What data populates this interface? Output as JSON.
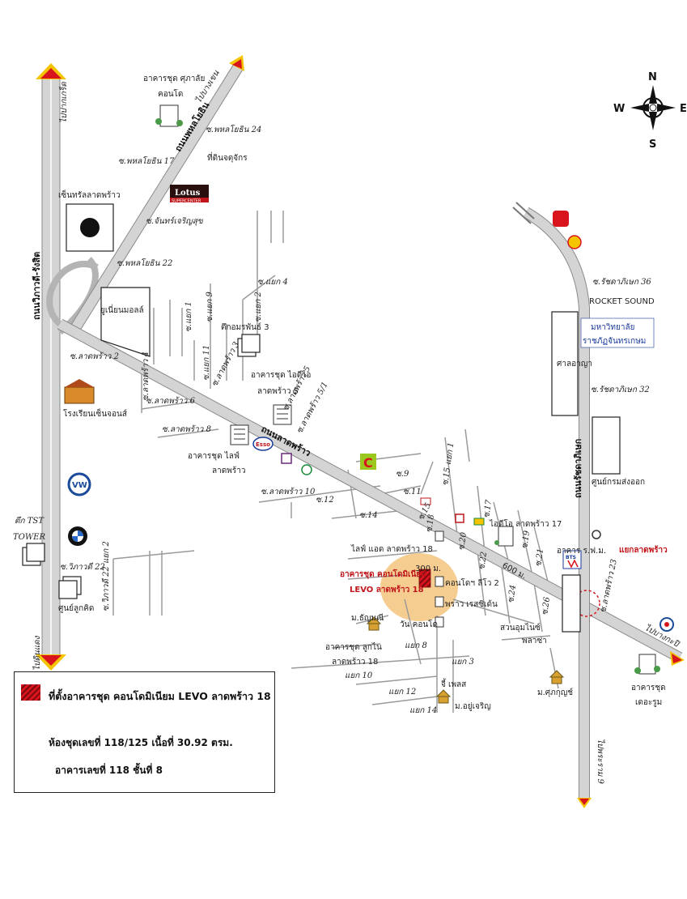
{
  "compass": {
    "n": "N",
    "s": "S",
    "e": "E",
    "w": "W"
  },
  "roads": {
    "vibhavadi": "ถนนวิภาวดี-รังสิต",
    "phahonyothin": "ถนนพหลโยธิน",
    "ladphrao": "ถนนลาดพร้าว",
    "ratchada": "ถนนรัชดาภิเษก"
  },
  "directions": {
    "bangkhen_top": "ไปบางเขน",
    "pakkret": "ไปปากเกร็ด",
    "dindaeng": "ไปดินแดง",
    "bangkapi": "ไปบางกะปิ",
    "rama9": "ไปพระราม 9"
  },
  "sois": {
    "phahon24": "ซ.พหลโยธิน 24",
    "phahon17": "ซ.พหลโยธิน 17",
    "janjaroensuk": "ซ.จันทร์เจริญสุข",
    "phahon22": "ซ.พหลโยธิน 22",
    "yaek4": "ซ.แยก 4",
    "lp2": "ซ.ลาดพร้าว 2",
    "lp4": "ซ.ลาดพร้าว 4",
    "lp6": "ซ.ลาดพร้าว 6",
    "lp8": "ซ.ลาดพร้าว 8",
    "lp5": "ซ.ลาดพร้าว 5",
    "lp3": "ซ.ลาดพร้าว 3",
    "lp5_1": "ซ.ลาดพร้าว 5/1",
    "lp10": "ซ.ลาดพร้าว 10",
    "lp12": "ซ.12",
    "lp14": "ซ.14",
    "lp9": "ซ.9",
    "lp11": "ซ.11",
    "lp15": "ซ.15",
    "lp15_1": "ซ.15 แยก 1",
    "lp17": "ซ.17",
    "lp18": "ซ.18",
    "lp19": "ซ.19",
    "lp20": "ซ.20",
    "lp21": "ซ.21",
    "lp22": "ซ.22",
    "lp23": "ซ.ลาดพร้าว 23",
    "lp24": "ซ.24",
    "lp26": "ซ.26",
    "ratchada36": "ซ.รัชดาภิเษก 36",
    "ratchada32": "ซ.รัชดาภิเษก 32",
    "vipha22": "ซ.วิภาวดี 22",
    "vipha22_2": "ซ.วิภาวดี 22 แยก 2",
    "yaek3": "แยก 3",
    "yaek8": "แยก 8",
    "yaek10": "แยก 10",
    "yaek12": "แยก 12",
    "yaek14": "แยก 14",
    "yaek1": "ซ.แยก 1",
    "yaek9": "ซ.แยก 9",
    "yaek11": "ซ.แยก 11",
    "yaek2": "ซ.แยก 2"
  },
  "places": {
    "supalai_condo": [
      "อาคารชุด ศุภาลัย",
      "คอนโด"
    ],
    "ticket_land": "ที่ดินจตุจักร",
    "lotus": "Lotus",
    "lotus_sub": "SUPERCENTER",
    "central": "เซ็นทรัลลาดพร้าว",
    "union_mall": "ยูเนี่ยนมอลล์",
    "tuk_udom": "ตึกอมรพันธ์ 3",
    "idio_condo": [
      "อาคารชุด ไอดีไอ",
      "ลาดพร้าว 5"
    ],
    "st_john": "โรงเรียนเซ็นจอนส์",
    "life_condo": [
      "อาคารชุด ไลฟ์",
      "ลาดพร้าว"
    ],
    "tst": [
      "ตึก TST",
      "TOWER"
    ],
    "lukkhod": "ศูนย์ลูกคิด",
    "ladprao_intersection": "แยกลาดพร้าว",
    "rocket_sound": "ROCKET SOUND",
    "chandrakasem": [
      "มหาวิทยาลัย",
      "ราชภัฏจันทรเกษม"
    ],
    "civil_court": "ศาลอาญา",
    "dispatch_center": "ศูนย์กรมส่งออก",
    "mrt": "อาคาร ร.ฟ.ม.",
    "union_park": [
      "สวนอุมไนซ์",
      "พลาซ่า"
    ],
    "the_room": [
      "อาคารชุด",
      "เดอะรูม"
    ],
    "life_ladprao18": "ไลฟ์ แอด ลาดพร้าว 18",
    "idio17": "ไอดีโอ ลาดพร้าว 17",
    "condo_levo": [
      "อาคารชุด คอนโดมิเนียม",
      "LEVO ลาดพร้าว 18"
    ],
    "condo_lv2": "คอนโดฯ ลีโว 2",
    "parao_residence": "พราว เรสซิเด้น",
    "one_condo": "วัน คอนโด",
    "m_thanyamani": "ม.ธัญมณี",
    "lukkanai_condo": [
      "อาคารชุด ลูกไน",
      "ลาดพร้าว 18"
    ],
    "m_sukkhaluk": "ม.ศุภกุญช์",
    "ji_phenat": "จี้ เพลส",
    "m_yuyen": "ม.อยู่เจริญ",
    "dist300": "300 ม.",
    "dist600": "600 ม."
  },
  "legend": {
    "line1": "ที่ตั้งอาคารชุด คอนโดมิเนียม LEVO ลาดพร้าว 18",
    "line2": "ห้องชุดเลขที่ 118/125 เนื้อที่ 30.92 ตรม.",
    "line3": "อาคารเลขที่ 118 ชั้นที่ 8"
  },
  "colors": {
    "road": "#c8c8c8",
    "road_edge": "#9a9a9a",
    "arrow_red": "#d8141c",
    "arrow_yellow": "#f4c400",
    "highlight": "#f3c47e"
  }
}
